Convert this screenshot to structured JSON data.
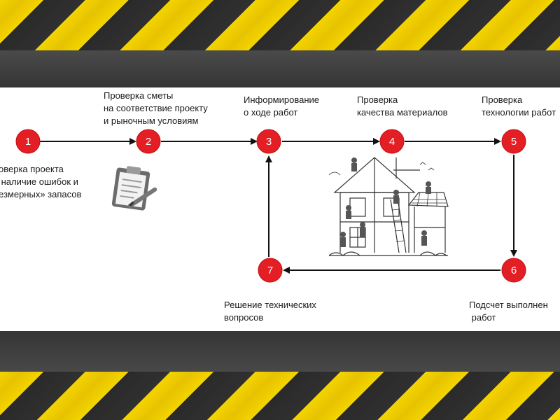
{
  "diagram": {
    "steps": [
      {
        "num": "1",
        "label": "оверка проекта\n наличие ошибок и\nезмерных» запасов"
      },
      {
        "num": "2",
        "label": "Проверка сметы\nна соответствие проекту\nи рыночным условиям"
      },
      {
        "num": "3",
        "label": "Информирование\nо ходе работ"
      },
      {
        "num": "4",
        "label": "Проверка\nкачества материалов"
      },
      {
        "num": "5",
        "label": "Проверка\nтехнологии работ"
      },
      {
        "num": "6",
        "label": "Подсчет выполнен\n работ"
      },
      {
        "num": "7",
        "label": "Решение технических\nвопросов"
      }
    ]
  },
  "colors": {
    "circle": "#e31e24",
    "stripe_yellow": "#f4d400",
    "arrow": "#111111"
  },
  "icons": [
    "clipboard-icon",
    "house-construction-illustration"
  ]
}
